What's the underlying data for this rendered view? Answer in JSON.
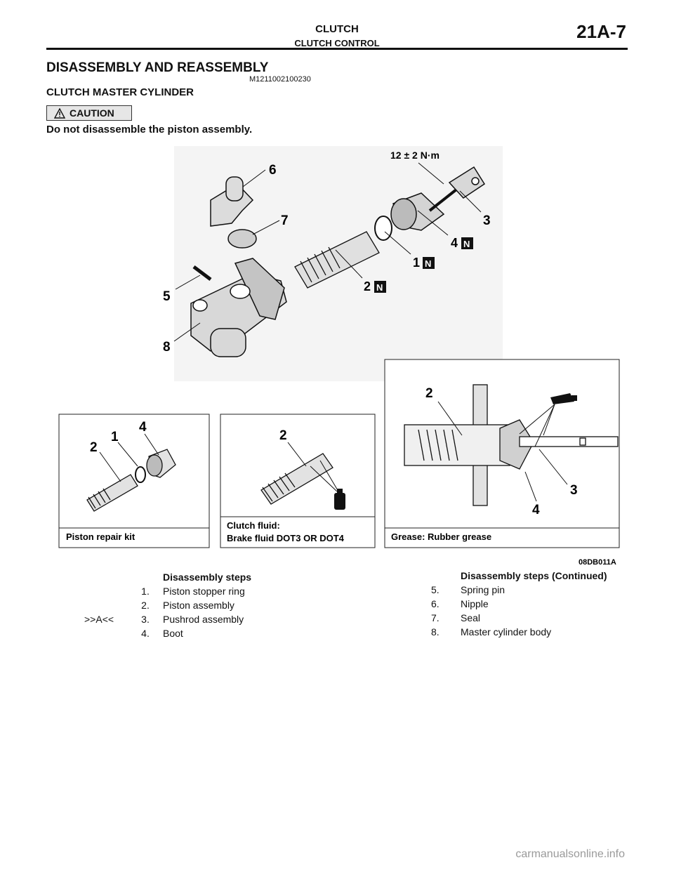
{
  "header": {
    "section": "CLUTCH",
    "subsection": "CLUTCH CONTROL",
    "page": "21A-7"
  },
  "title": "DISASSEMBLY AND REASSEMBLY",
  "doc_code": "M1211002100230",
  "subtitle": "CLUTCH MASTER CYLINDER",
  "caution_label": "CAUTION",
  "caution_text": "Do not disassemble the piston assembly.",
  "figure": {
    "torque": "12 ± 2 N·m",
    "n_mark": "N",
    "callouts_main": {
      "c1": "1",
      "c2": "2",
      "c3": "3",
      "c4": "4",
      "c5": "5",
      "c6": "6",
      "c7": "7",
      "c8": "8"
    },
    "panel1": {
      "c1": "1",
      "c2": "2",
      "c4": "4",
      "caption": "Piston repair kit"
    },
    "panel2": {
      "c2": "2",
      "caption_line1": "Clutch fluid:",
      "caption_line2": "Brake fluid DOT3 OR DOT4"
    },
    "panel3": {
      "c2": "2",
      "c3": "3",
      "c4": "4",
      "caption": "Grease: Rubber grease"
    },
    "figure_code": "08DB011A"
  },
  "steps_left": {
    "title": "Disassembly steps",
    "items": [
      {
        "prefix": "",
        "num": "1.",
        "text": "Piston stopper ring"
      },
      {
        "prefix": "",
        "num": "2.",
        "text": "Piston assembly"
      },
      {
        "prefix": ">>A<<",
        "num": "3.",
        "text": "Pushrod assembly"
      },
      {
        "prefix": "",
        "num": "4.",
        "text": "Boot"
      }
    ]
  },
  "steps_right": {
    "title": "Disassembly steps (Continued)",
    "items": [
      {
        "num": "5.",
        "text": "Spring pin"
      },
      {
        "num": "6.",
        "text": "Nipple"
      },
      {
        "num": "7.",
        "text": "Seal"
      },
      {
        "num": "8.",
        "text": "Master cylinder body"
      }
    ]
  },
  "watermark": "carmanualsonline.info"
}
